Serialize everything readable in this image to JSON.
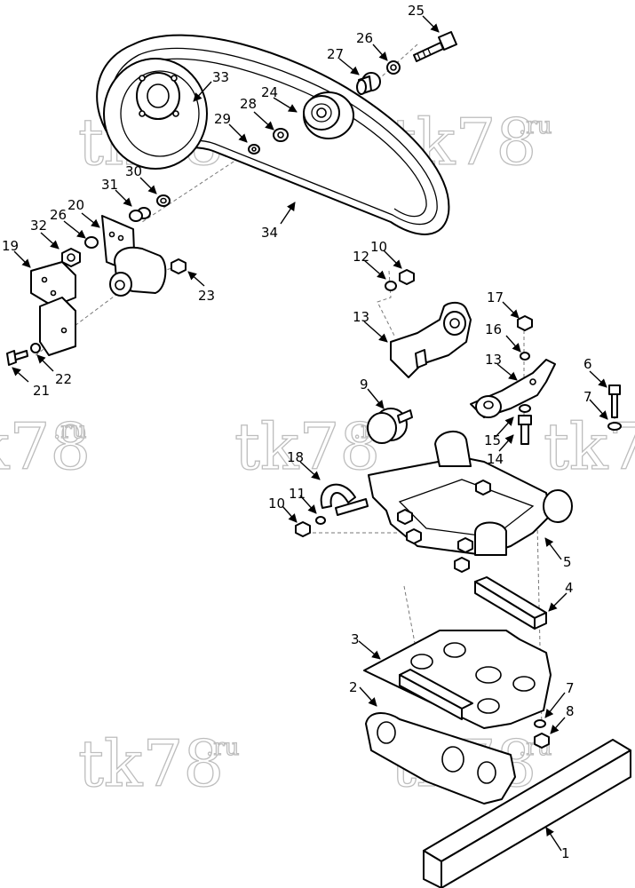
{
  "watermark": {
    "text": "tk78",
    "suffix": ".ru"
  },
  "callouts": [
    {
      "id": "c1",
      "label": "1"
    },
    {
      "id": "c2",
      "label": "2"
    },
    {
      "id": "c3",
      "label": "3"
    },
    {
      "id": "c4",
      "label": "4"
    },
    {
      "id": "c5",
      "label": "5"
    },
    {
      "id": "c6",
      "label": "6"
    },
    {
      "id": "c7a",
      "label": "7"
    },
    {
      "id": "c7b",
      "label": "7"
    },
    {
      "id": "c8",
      "label": "8"
    },
    {
      "id": "c9",
      "label": "9"
    },
    {
      "id": "c10a",
      "label": "10"
    },
    {
      "id": "c10b",
      "label": "10"
    },
    {
      "id": "c11",
      "label": "11"
    },
    {
      "id": "c12",
      "label": "12"
    },
    {
      "id": "c13a",
      "label": "13"
    },
    {
      "id": "c13b",
      "label": "13"
    },
    {
      "id": "c14",
      "label": "14"
    },
    {
      "id": "c15",
      "label": "15"
    },
    {
      "id": "c16",
      "label": "16"
    },
    {
      "id": "c17",
      "label": "17"
    },
    {
      "id": "c18",
      "label": "18"
    },
    {
      "id": "c19",
      "label": "19"
    },
    {
      "id": "c20",
      "label": "20"
    },
    {
      "id": "c21",
      "label": "21"
    },
    {
      "id": "c22",
      "label": "22"
    },
    {
      "id": "c23",
      "label": "23"
    },
    {
      "id": "c24",
      "label": "24"
    },
    {
      "id": "c25",
      "label": "25"
    },
    {
      "id": "c26a",
      "label": "26"
    },
    {
      "id": "c26b",
      "label": "26"
    },
    {
      "id": "c27",
      "label": "27"
    },
    {
      "id": "c28",
      "label": "28"
    },
    {
      "id": "c29",
      "label": "29"
    },
    {
      "id": "c30",
      "label": "30"
    },
    {
      "id": "c31",
      "label": "31"
    },
    {
      "id": "c32",
      "label": "32"
    },
    {
      "id": "c33",
      "label": "33"
    },
    {
      "id": "c34",
      "label": "34"
    }
  ]
}
